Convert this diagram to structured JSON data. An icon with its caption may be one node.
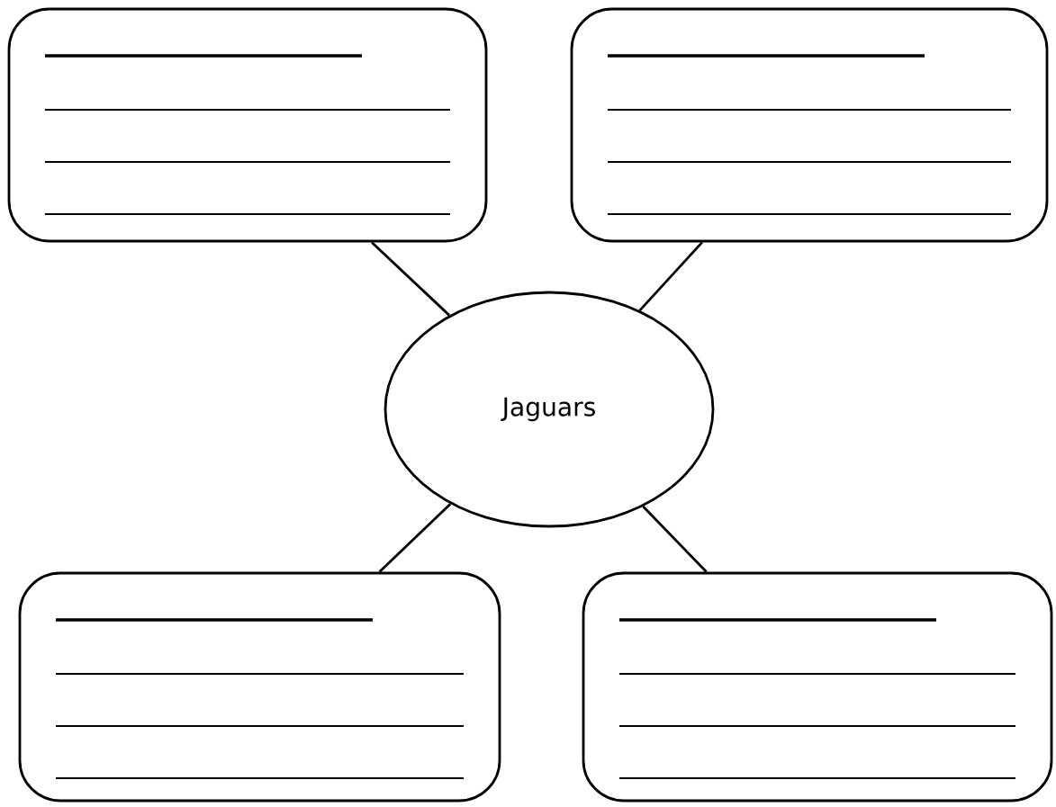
{
  "diagram": {
    "nodes": [
      {
        "text": [],
        "shape": "box"
      },
      {
        "text": [],
        "shape": "box"
      },
      {
        "text": [
          "Jaguars"
        ]
      },
      {
        "text": [],
        "shape": "box"
      },
      {
        "text": [],
        "shape": "box"
      }
    ],
    "edges": [
      {
        "from": 2,
        "to": 0,
        "arrow": "none"
      },
      {
        "from": 2,
        "to": 1,
        "arrow": "none"
      },
      {
        "from": 2,
        "to": 3,
        "arrow": "none"
      },
      {
        "from": 2,
        "to": 4,
        "arrow": "none"
      }
    ]
  }
}
